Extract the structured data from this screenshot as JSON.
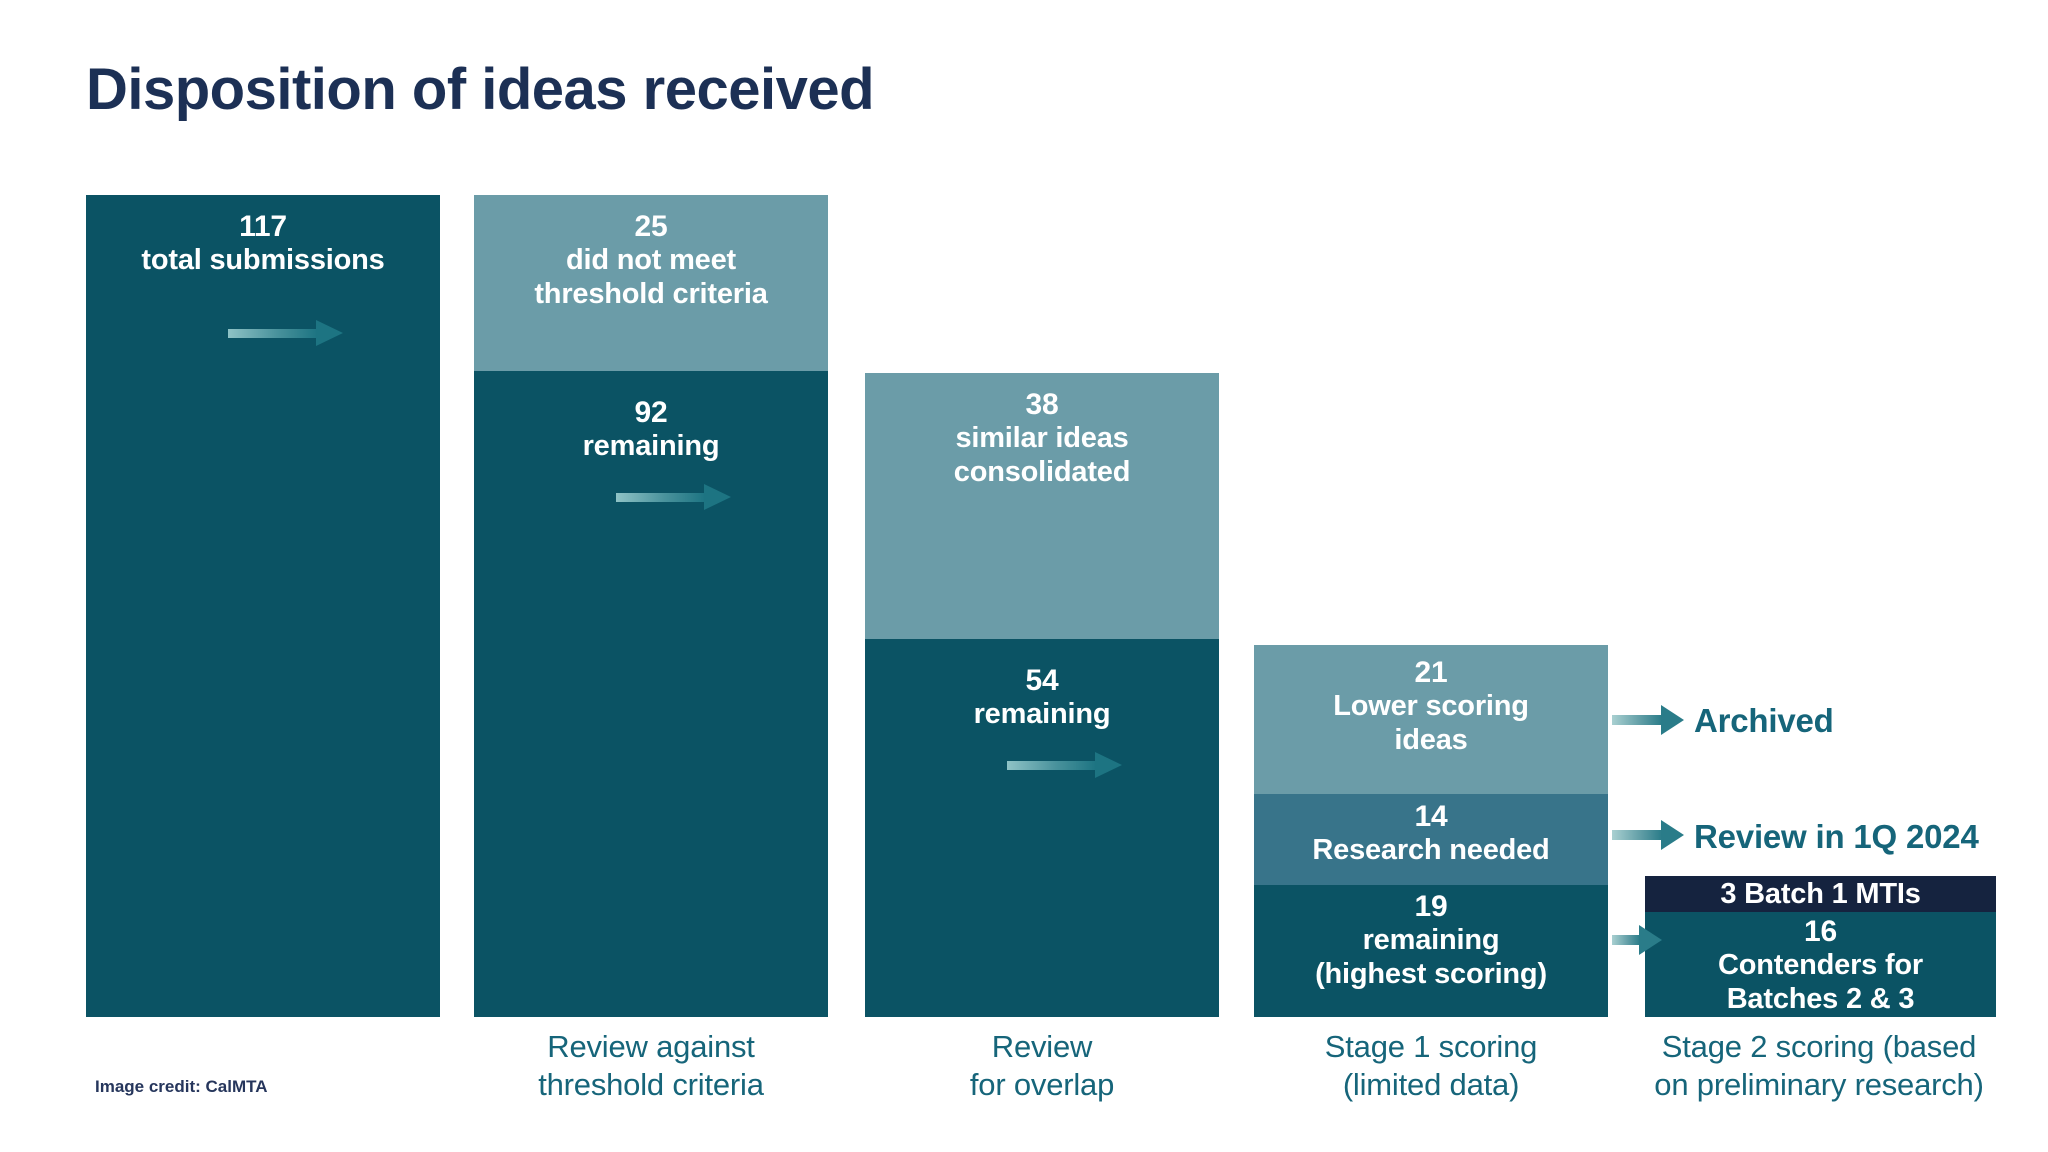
{
  "title": "Disposition of ideas received",
  "credit": "Image credit: CalMTA",
  "colors": {
    "title_navy": "#1c3055",
    "dark_teal": "#0b5364",
    "light_teal": "#6b9ca8",
    "mid_teal": "#38748a",
    "navy_band": "#15233f",
    "caption_teal": "#16657a",
    "arrow_teal": "#2a7c89",
    "background": "#ffffff"
  },
  "chart_data": {
    "type": "bar",
    "title": "Disposition of ideas received",
    "subtitle": "",
    "xlabel": "",
    "ylabel": "",
    "grid": false,
    "legend": "none",
    "orientation": "vertical",
    "stacked": true,
    "ylim": [
      0,
      117
    ],
    "categories": [
      "",
      "Review against threshold criteria",
      "Review for overlap",
      "Stage 1 scoring (limited data)",
      "Stage 2 scoring (based on preliminary research)"
    ],
    "series": [
      {
        "name": "Total submissions",
        "values": [
          117,
          null,
          null,
          null,
          null
        ]
      },
      {
        "name": "Removed / filtered out",
        "values": [
          null,
          25,
          38,
          21,
          null
        ]
      },
      {
        "name": "Research needed",
        "values": [
          null,
          null,
          null,
          14,
          null
        ]
      },
      {
        "name": "Remaining",
        "values": [
          null,
          92,
          54,
          19,
          null
        ]
      },
      {
        "name": "Batch 1 MTIs",
        "values": [
          null,
          null,
          null,
          null,
          3
        ]
      },
      {
        "name": "Contenders for Batches 2 & 3",
        "values": [
          null,
          null,
          null,
          null,
          16
        ]
      }
    ],
    "columns": [
      {
        "id": "col-total",
        "stage_caption": "",
        "segments": [
          {
            "id": "seg-117",
            "value": 117,
            "label": "total submissions",
            "tone": "dark",
            "has_flow_arrow": true
          }
        ]
      },
      {
        "id": "col-threshold",
        "stage_caption": "Review against\nthreshold criteria",
        "segments": [
          {
            "id": "seg-25",
            "value": 25,
            "label": "did not meet\nthreshold criteria",
            "tone": "light",
            "has_flow_arrow": false
          },
          {
            "id": "seg-92",
            "value": 92,
            "label": "remaining",
            "tone": "dark",
            "has_flow_arrow": true
          }
        ]
      },
      {
        "id": "col-overlap",
        "stage_caption": "Review\nfor overlap",
        "segments": [
          {
            "id": "seg-38",
            "value": 38,
            "label": "similar ideas\nconsolidated",
            "tone": "light",
            "has_flow_arrow": false
          },
          {
            "id": "seg-54",
            "value": 54,
            "label": "remaining",
            "tone": "dark",
            "has_flow_arrow": true
          }
        ]
      },
      {
        "id": "col-stage1",
        "stage_caption": "Stage 1 scoring\n(limited data)",
        "segments": [
          {
            "id": "seg-21",
            "value": 21,
            "label": "Lower scoring\nideas",
            "tone": "light",
            "has_flow_arrow": false
          },
          {
            "id": "seg-14",
            "value": 14,
            "label": "Research needed",
            "tone": "mid",
            "has_flow_arrow": false
          },
          {
            "id": "seg-19",
            "value": 19,
            "label": "remaining\n(highest scoring)",
            "tone": "dark",
            "has_flow_arrow": false
          }
        ]
      },
      {
        "id": "col-stage2",
        "stage_caption": "Stage 2 scoring (based\non preliminary research)",
        "segments": [
          {
            "id": "seg-3",
            "value": 3,
            "label": "Batch 1 MTIs",
            "tone": "navy",
            "inline": true,
            "has_flow_arrow": false
          },
          {
            "id": "seg-16",
            "value": 16,
            "label": "Contenders for\nBatches 2 & 3",
            "tone": "dark",
            "has_flow_arrow": false
          }
        ]
      }
    ],
    "annotations": [
      {
        "id": "outcome-archived",
        "text": "Archived",
        "from_segment": "seg-21"
      },
      {
        "id": "outcome-review-1q-2024",
        "text": "Review in 1Q 2024",
        "from_segment": "seg-14"
      }
    ]
  },
  "segments": {
    "total": {
      "number": "117",
      "label": "total submissions"
    },
    "did_not_meet": {
      "number": "25",
      "line1": "did not meet",
      "line2": "threshold criteria"
    },
    "remaining_92": {
      "number": "92",
      "label": "remaining"
    },
    "similar": {
      "number": "38",
      "line1": "similar ideas",
      "line2": "consolidated"
    },
    "remaining_54": {
      "number": "54",
      "label": "remaining"
    },
    "lower_scoring": {
      "number": "21",
      "line1": "Lower scoring",
      "line2": "ideas"
    },
    "research_needed": {
      "number": "14",
      "label": "Research needed"
    },
    "remaining_19": {
      "number": "19",
      "line1": "remaining",
      "line2": "(highest scoring)"
    },
    "batch1": {
      "text": "3 Batch 1 MTIs"
    },
    "contenders": {
      "number": "16",
      "line1": "Contenders for",
      "line2": "Batches 2 & 3"
    }
  },
  "outcomes": {
    "archived": "Archived",
    "review_1q": "Review in 1Q 2024"
  },
  "stage_captions": {
    "threshold_l1": "Review against",
    "threshold_l2": "threshold criteria",
    "overlap_l1": "Review",
    "overlap_l2": "for overlap",
    "stage1_l1": "Stage 1 scoring",
    "stage1_l2": "(limited data)",
    "stage2_l1": "Stage 2 scoring (based",
    "stage2_l2": "on preliminary research)"
  }
}
